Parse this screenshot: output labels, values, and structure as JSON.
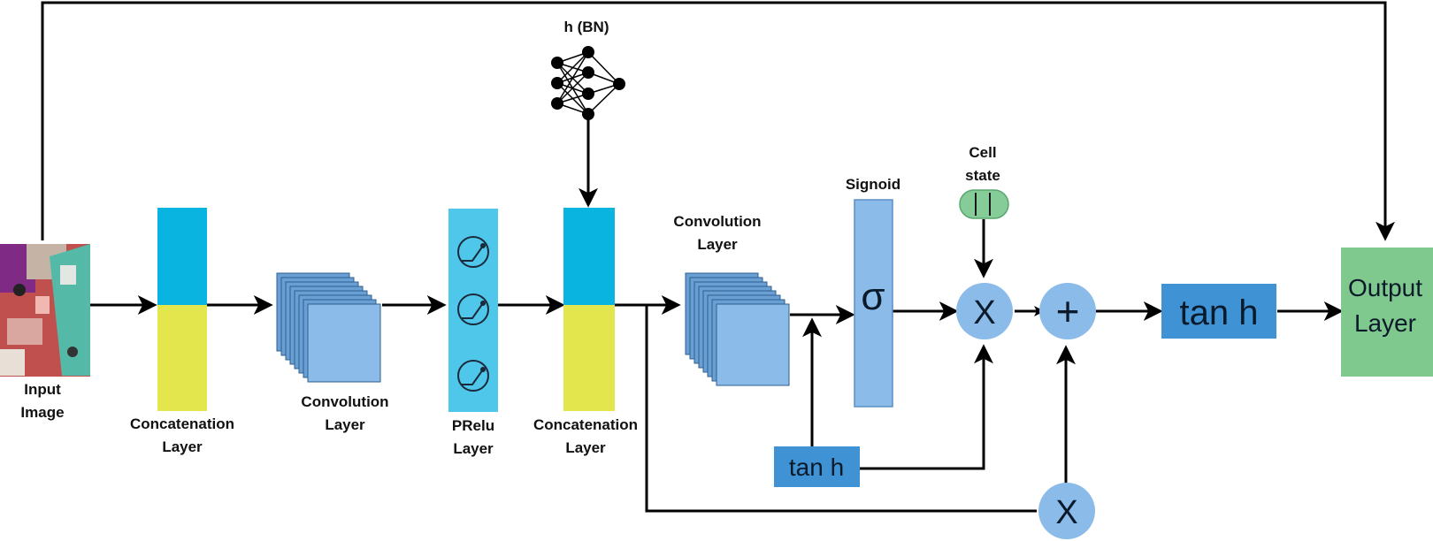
{
  "input": {
    "label_line1": "Input",
    "label_line2": "Image"
  },
  "concat1": {
    "label_line1": "Concatenation",
    "label_line2": "Layer"
  },
  "conv1": {
    "label_line1": "Convolution",
    "label_line2": "Layer"
  },
  "prelu": {
    "label_line1": "PRelu",
    "label_line2": "Layer"
  },
  "bn": {
    "label": "h (BN)"
  },
  "concat2": {
    "label_line1": "Concatenation",
    "label_line2": "Layer"
  },
  "conv2": {
    "label_line1": "Convolution",
    "label_line2": "Layer"
  },
  "sigmoid": {
    "label": "Signoid",
    "symbol": "σ"
  },
  "cell_state": {
    "label_line1": "Cell",
    "label_line2": "state"
  },
  "multiply_top": {
    "symbol": "X"
  },
  "add": {
    "symbol": "+"
  },
  "tanh_main": {
    "label": "tan h"
  },
  "output": {
    "label_line1": "Output",
    "label_line2": "Layer"
  },
  "tanh_bottom": {
    "label": "tan h"
  },
  "multiply_bottom": {
    "symbol": "X"
  },
  "colors": {
    "cyan": "#0ab4e0",
    "yellow": "#e3e64c",
    "light_blue": "#8bbbe8",
    "prelu": "#4fc7ea",
    "tanh_box": "#3f93d4",
    "output_green": "#7fc98e",
    "cell_green": "#86cc98"
  }
}
